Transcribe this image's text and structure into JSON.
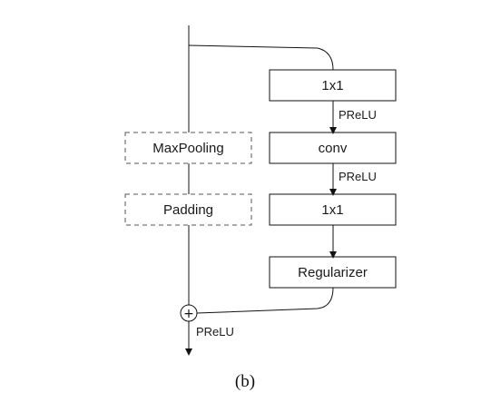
{
  "main_branch": {
    "boxes": [
      {
        "label": "1x1"
      },
      {
        "label": "conv"
      },
      {
        "label": "1x1"
      },
      {
        "label": "Regularizer"
      }
    ],
    "activations": [
      "PReLU",
      "PReLU"
    ]
  },
  "side_branch": {
    "boxes": [
      {
        "label": "MaxPooling"
      },
      {
        "label": "Padding"
      }
    ]
  },
  "merge": {
    "symbol": "+",
    "activation": "PReLU"
  },
  "caption": "(b)"
}
